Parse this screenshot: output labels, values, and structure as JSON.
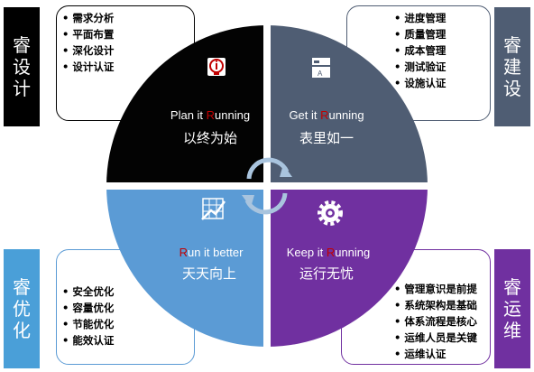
{
  "quadrants": {
    "plan": {
      "title_pre": "Plan it ",
      "title_red": "R",
      "title_post": "unning",
      "subtitle": "以终为始",
      "color": "#030303"
    },
    "get": {
      "title_pre": "Get it ",
      "title_red": "R",
      "title_post": "unning",
      "subtitle": "表里如一",
      "color": "#4f5d73"
    },
    "keep": {
      "title_pre": "Keep it ",
      "title_red": "R",
      "title_post": "unning",
      "subtitle": "运行无忧",
      "color": "#7030a0"
    },
    "run": {
      "title_pre": "",
      "title_red": "R",
      "title_post": "un it better",
      "subtitle": "天天向上",
      "color": "#5b9bd5"
    }
  },
  "side_labels": {
    "design": {
      "chars": [
        "睿",
        "设",
        "计"
      ],
      "color": "#000000"
    },
    "build": {
      "chars": [
        "睿",
        "建",
        "设"
      ],
      "color": "#4f5d73"
    },
    "optimize": {
      "chars": [
        "睿",
        "优",
        "化"
      ],
      "color": "#4a9fd8"
    },
    "operate": {
      "chars": [
        "睿",
        "运",
        "维"
      ],
      "color": "#7030a0"
    }
  },
  "lists": {
    "design": [
      "需求分析",
      "平面布置",
      "深化设计",
      "设计认证"
    ],
    "build": [
      "进度管理",
      "质量管理",
      "成本管理",
      "测试验证",
      "设施认证"
    ],
    "optimize": [
      "安全优化",
      "容量优化",
      "节能优化",
      "能效认证"
    ],
    "operate": [
      "管理意识是前提",
      "系统架构是基础",
      "体系流程是核心",
      "运维人员是关键",
      "运维认证"
    ]
  },
  "accent": {
    "red": "#c00000",
    "white": "#ffffff"
  },
  "icons": {
    "plan": "idea-bulb-icon",
    "get": "documents-icon",
    "keep": "gear-icon",
    "run": "growth-chart-icon",
    "center": "cycle-arrows-icon"
  }
}
